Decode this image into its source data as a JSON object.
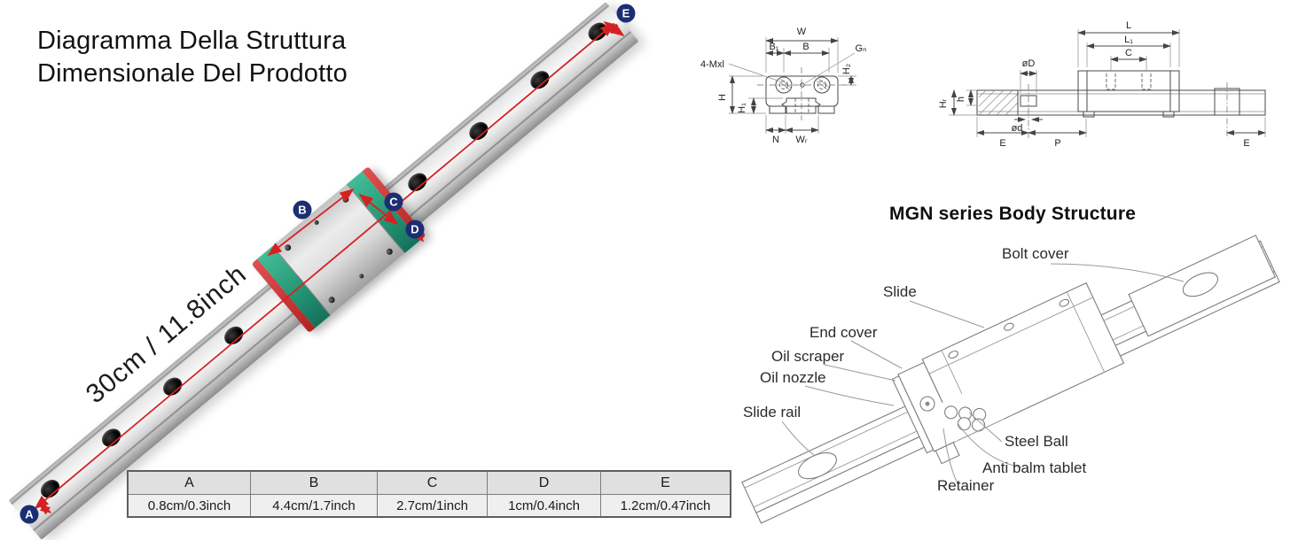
{
  "title": {
    "line1": "Diagramma Della Struttura",
    "line2": "Dimensionale Del Prodotto"
  },
  "photo": {
    "length_label": "30cm / 11.8inch",
    "markers": [
      {
        "label": "A"
      },
      {
        "label": "B"
      },
      {
        "label": "C"
      },
      {
        "label": "D"
      },
      {
        "label": "E"
      }
    ]
  },
  "dimension_table": {
    "headers": [
      "A",
      "B",
      "C",
      "D",
      "E"
    ],
    "values": [
      "0.8cm/0.3inch",
      "4.4cm/1.7inch",
      "2.7cm/1inch",
      "1cm/0.4inch",
      "1.2cm/0.47inch"
    ]
  },
  "cross_section": {
    "w": "W",
    "b1": "B₁",
    "b": "B",
    "gn": "Gₙ",
    "bolt": "4-Mxl",
    "h": "H",
    "h1": "H₁",
    "h2": "H₂",
    "n": "N",
    "wr": "Wᵣ"
  },
  "side_view": {
    "l": "L",
    "l1": "L₁",
    "c": "C",
    "od_upper": "øD",
    "od_lower": "ød",
    "h_small": "h",
    "hr": "Hᵣ",
    "e_left": "E",
    "p": "P",
    "e_right": "E"
  },
  "body_structure": {
    "heading": "MGN series Body Structure",
    "parts": [
      {
        "name": "Bolt cover"
      },
      {
        "name": "Slide"
      },
      {
        "name": "End cover"
      },
      {
        "name": "Oil scraper"
      },
      {
        "name": "Oil nozzle"
      },
      {
        "name": "Slide rail"
      },
      {
        "name": "Steel Ball"
      },
      {
        "name": "Anti balm tablet"
      },
      {
        "name": "Retainer"
      }
    ]
  },
  "colors": {
    "dimension_red": "#d62121",
    "marker_navy": "#1c2e73",
    "carriage_green": "#2fa98c",
    "seal_red": "#c93535",
    "table_header_gray": "#e0e0e0"
  }
}
